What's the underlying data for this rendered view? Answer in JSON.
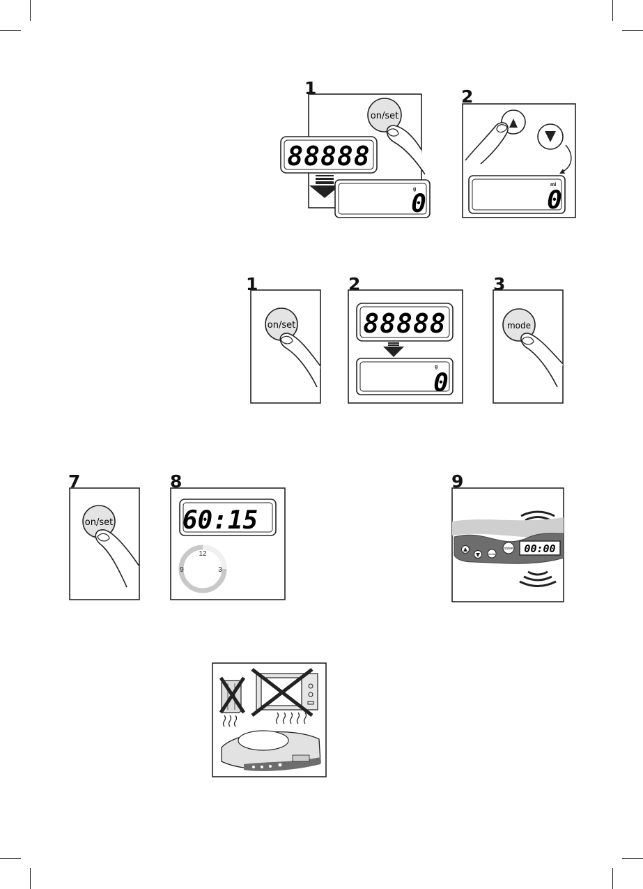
{
  "steps": {
    "s1_a": "1",
    "s2_a": "2",
    "s1_b": "1",
    "s2_b": "2",
    "s3_b": "3",
    "s7": "7",
    "s8": "8",
    "s9": "9"
  },
  "buttons": {
    "on_set": "on/set",
    "mode": "mode",
    "up": "▲",
    "down": "▼"
  },
  "displays": {
    "all_segments": "88888",
    "zero": "0",
    "unit_g": "g",
    "unit_ml": "ml",
    "timer": "60:15",
    "scale_timer": "00:00"
  },
  "clock": {
    "twelve": "12",
    "nine": "9",
    "three": "3"
  }
}
